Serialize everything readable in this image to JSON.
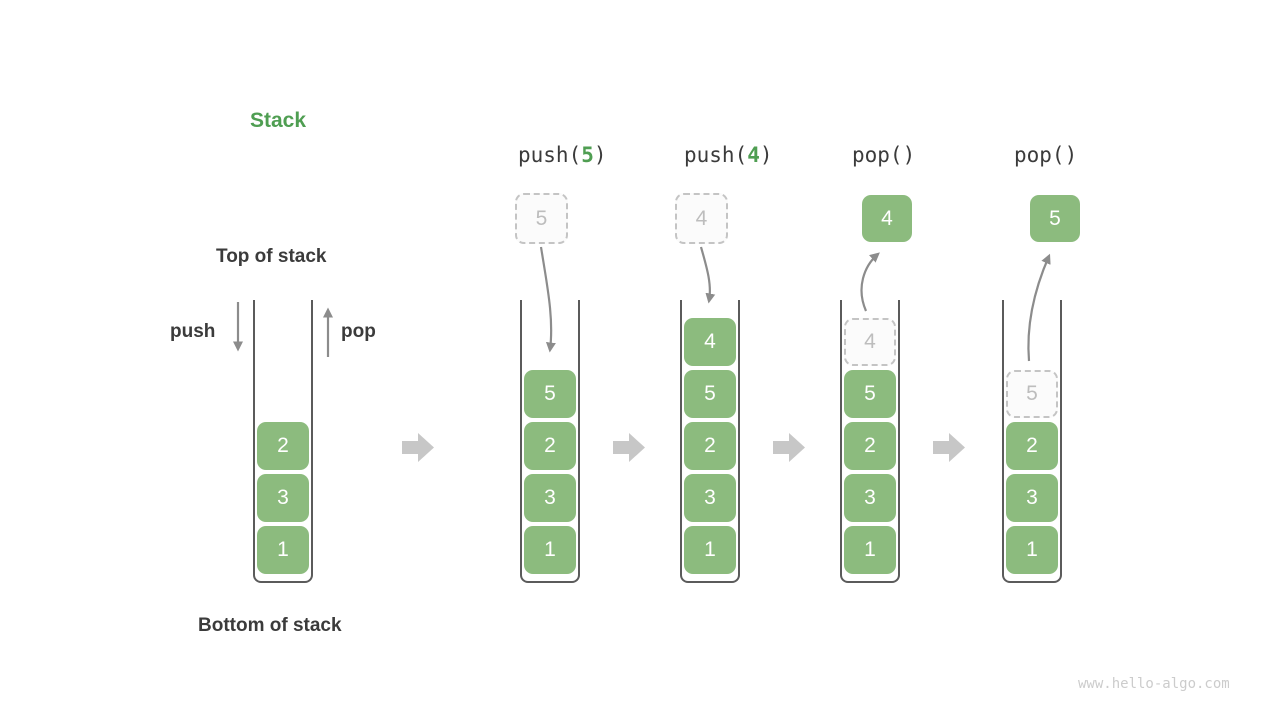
{
  "title": "Stack",
  "labels": {
    "top_of_stack": "Top of stack",
    "bottom_of_stack": "Bottom of stack",
    "push": "push",
    "pop": "pop"
  },
  "operations": [
    {
      "name": "push-5",
      "pre": "push(",
      "num": "5",
      "post": ")"
    },
    {
      "name": "push-4",
      "pre": "push(",
      "num": "4",
      "post": ")"
    },
    {
      "name": "pop-first",
      "pre": "pop()",
      "num": "",
      "post": ""
    },
    {
      "name": "pop-second",
      "pre": "pop()",
      "num": "",
      "post": ""
    }
  ],
  "stacks": [
    {
      "name": "initial",
      "cells": [
        {
          "v": "2"
        },
        {
          "v": "3"
        },
        {
          "v": "1"
        }
      ]
    },
    {
      "name": "after-push-5",
      "staged": {
        "style": "dashed",
        "v": "5"
      },
      "cells": [
        {
          "v": "5"
        },
        {
          "v": "2"
        },
        {
          "v": "3"
        },
        {
          "v": "1"
        }
      ]
    },
    {
      "name": "after-push-4",
      "staged": {
        "style": "dashed",
        "v": "4"
      },
      "cells": [
        {
          "v": "4"
        },
        {
          "v": "5"
        },
        {
          "v": "2"
        },
        {
          "v": "3"
        },
        {
          "v": "1"
        }
      ]
    },
    {
      "name": "after-pop-4",
      "staged": {
        "style": "solid",
        "v": "4"
      },
      "cells": [
        {
          "v": "4",
          "ghost": true
        },
        {
          "v": "5"
        },
        {
          "v": "2"
        },
        {
          "v": "3"
        },
        {
          "v": "1"
        }
      ]
    },
    {
      "name": "after-pop-5",
      "staged": {
        "style": "solid",
        "v": "5"
      },
      "cells": [
        {
          "v": "5",
          "ghost": true
        },
        {
          "v": "2"
        },
        {
          "v": "3"
        },
        {
          "v": "1"
        }
      ]
    }
  ],
  "watermark": "www.hello-algo.com",
  "colors": {
    "green": "#8CBB7E",
    "title_green": "#4F9E52",
    "dark": "#3B3B3B",
    "arrow": "#8C8C8C",
    "block_arrow": "#C7C7C7",
    "ghost_border": "#C4C4C4",
    "ghost_bg": "#FBFBFB",
    "ghost_text": "#BDBDBD",
    "wall": "#5B5B5B",
    "watermark": "#CCCCCC"
  }
}
